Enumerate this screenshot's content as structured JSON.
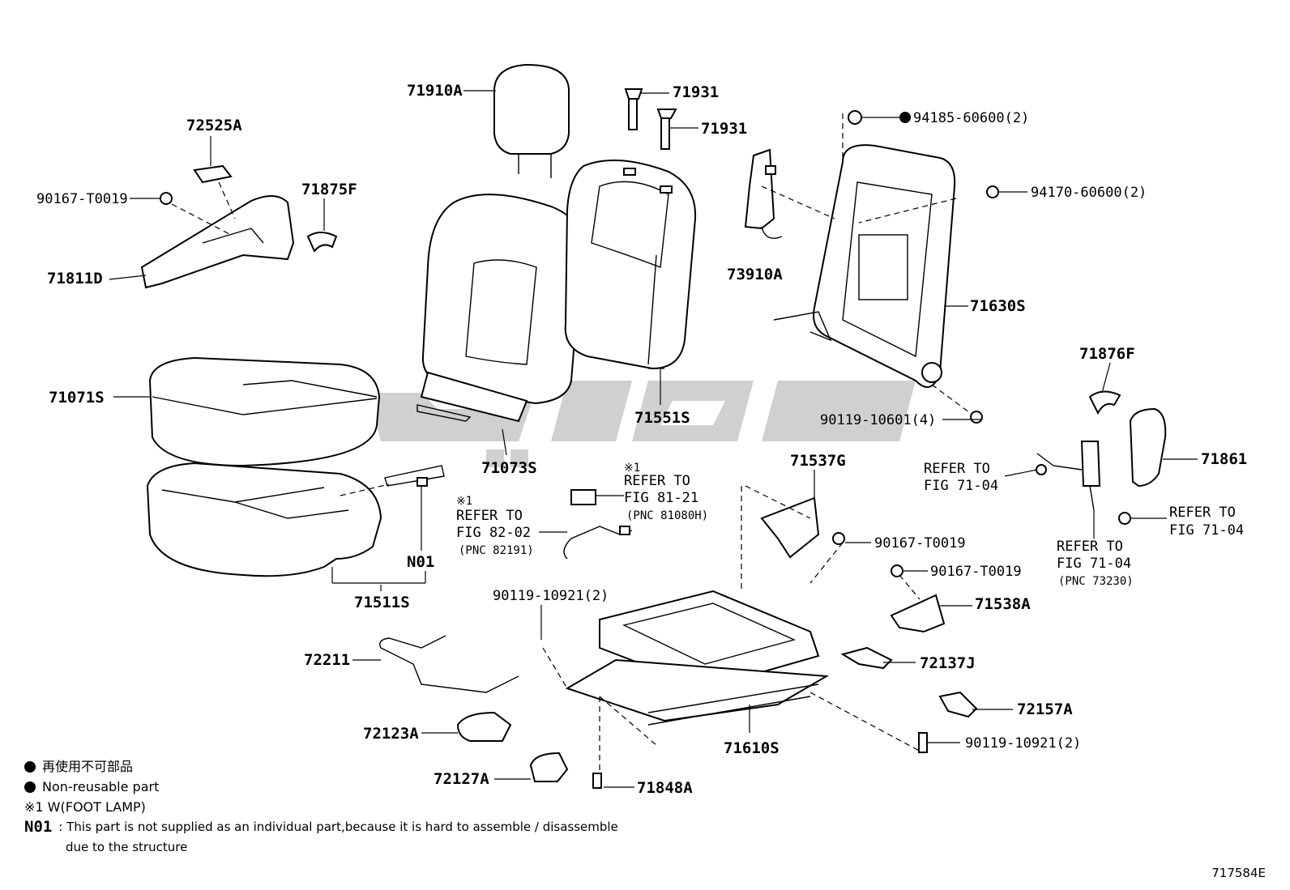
{
  "labels": {
    "p71910A": "71910A",
    "p71931a": "71931",
    "p71931b": "71931",
    "p94185": "94185-60600(2)",
    "p72525A": "72525A",
    "p90167a": "90167-T0019",
    "p71875F": "71875F",
    "p71811D": "71811D",
    "p73910A": "73910A",
    "p94170": "94170-60600(2)",
    "p71630S": "71630S",
    "p71071S": "71071S",
    "p71551S": "71551S",
    "p90119_10601": "90119-10601(4)",
    "p71876F": "71876F",
    "p71073S": "71073S",
    "p71537G": "71537G",
    "p71861": "71861",
    "p90167b": "90167-T0019",
    "p90167c": "90167-T0019",
    "p71538A": "71538A",
    "pN01": "N01",
    "p71511S": "71511S",
    "p90119_10921a": "90119-10921(2)",
    "p72211": "72211",
    "p72137J": "72137J",
    "p72157A": "72157A",
    "p72123A": "72123A",
    "p71610S": "71610S",
    "p90119_10921b": "90119-10921(2)",
    "p72127A": "72127A",
    "p71848A": "71848A"
  },
  "refs": {
    "r1_mark": "※1",
    "r1_l1": "REFER TO",
    "r1_l2": "FIG 81-21",
    "r1_l3": "(PNC 81080H)",
    "r2_mark": "※1",
    "r2_l1": "REFER TO",
    "r2_l2": "FIG 82-02",
    "r2_l3": "(PNC 82191)",
    "r3_l1": "REFER TO",
    "r3_l2": "FIG 71-04",
    "r4_l1": "REFER TO",
    "r4_l2": "FIG 71-04",
    "r5_l1": "REFER TO",
    "r5_l2": "FIG 71-04",
    "r5_l3": "(PNC 73230)"
  },
  "legend": {
    "nonreusable_jp": "再使用不可部品",
    "nonreusable_en": "Non-reusable part",
    "note1": "※1 W(FOOT LAMP)",
    "n01_code": "N01",
    "n01_line1": ": This part is not supplied as an individual part,because it is hard to assemble / disassemble",
    "n01_line2": "due to the structure"
  },
  "figure_code": "717584E",
  "watermark_color": "#c8c8c8"
}
